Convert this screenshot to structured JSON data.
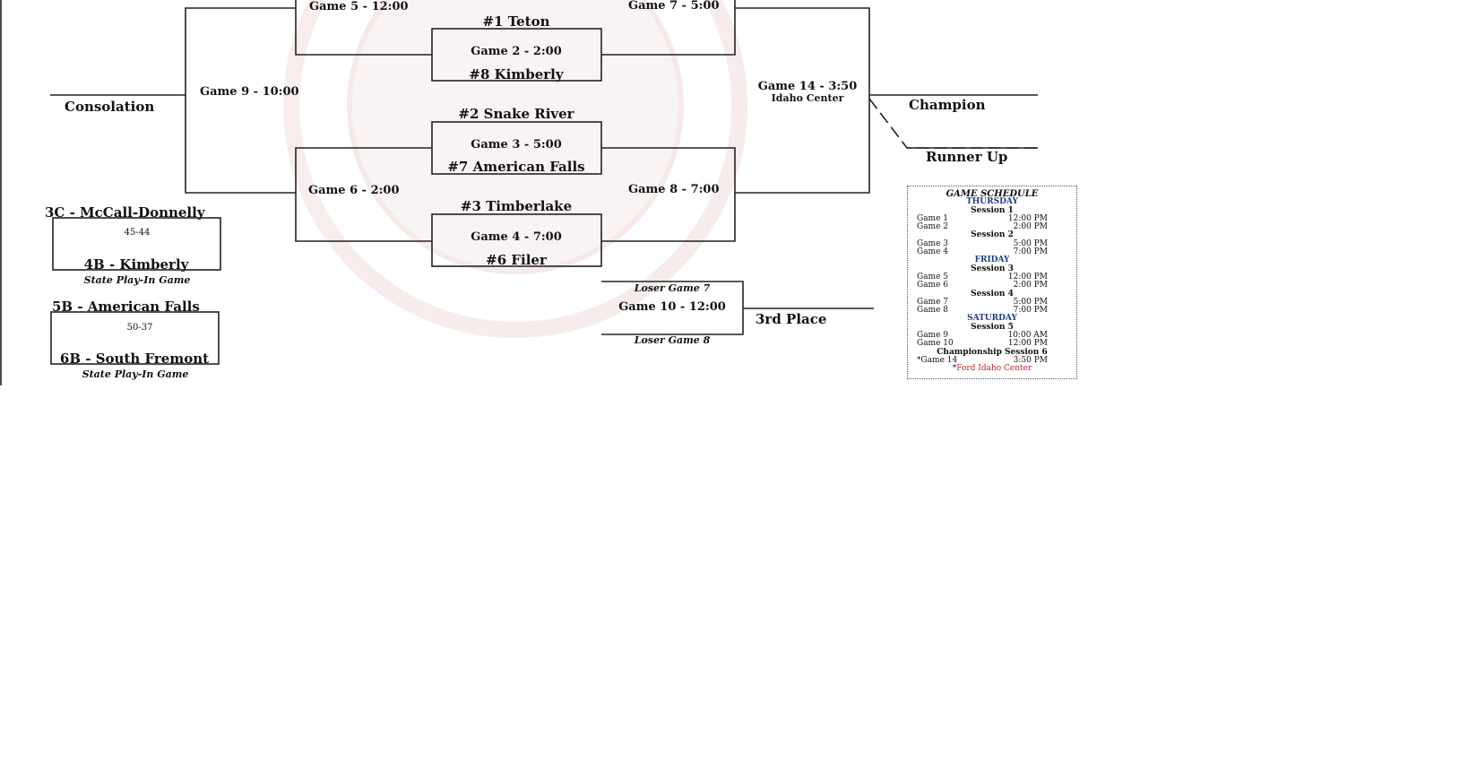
{
  "bracket": {
    "game5": "Game 5 - 12:00",
    "game7": "Game 7 - 5:00",
    "seed1": "#1 Teton",
    "game2": "Game 2 - 2:00",
    "seed8": "#8 Kimberly",
    "game9": "Game 9 - 10:00",
    "consolation": "Consolation",
    "seed2": "#2 Snake River",
    "game3": "Game 3 - 5:00",
    "seed7": "#7 American Falls",
    "game14": "Game 14 - 3:50",
    "game14_venue": "Idaho Center",
    "champion": "Champion",
    "runner_up": "Runner Up",
    "game6": "Game 6 - 2:00",
    "game8": "Game 8 - 7:00",
    "seed3": "#3 Timberlake",
    "game4": "Game 4 - 7:00",
    "seed6": "#6 Filer",
    "loser7": "Loser Game 7",
    "game10": "Game 10 - 12:00",
    "loser8": "Loser Game 8",
    "third_place": "3rd Place"
  },
  "playin1": {
    "top": "3C - McCall-Donnelly",
    "score": "45-44",
    "bottom": "4B - Kimberly",
    "caption": "State Play-In Game"
  },
  "playin2": {
    "top": "5B - American Falls",
    "score": "50-37",
    "bottom": "6B - South Fremont",
    "caption": "State Play-In Game"
  },
  "schedule": {
    "title": "GAME SCHEDULE",
    "thursday": "THURSDAY",
    "s1": "Session 1",
    "g1": [
      "Game 1",
      "12:00 PM"
    ],
    "g2": [
      "Game 2",
      "2:00 PM"
    ],
    "s2": "Session 2",
    "g3": [
      "Game 3",
      "5:00 PM"
    ],
    "g4": [
      "Game 4",
      "7:00 PM"
    ],
    "friday": "FRIDAY",
    "s3": "Session 3",
    "g5": [
      "Game 5",
      "12:00 PM"
    ],
    "g6": [
      "Game 6",
      "2:00 PM"
    ],
    "s4": "Session 4",
    "g7": [
      "Game 7",
      "5:00 PM"
    ],
    "g8": [
      "Game 8",
      "7:00 PM"
    ],
    "saturday": "SATURDAY",
    "s5": "Session 5",
    "g9": [
      "Game 9",
      "10:00 AM"
    ],
    "g10": [
      "Game 10",
      "12:00 PM"
    ],
    "s6": "Championship Session 6",
    "g14": [
      "*Game 14",
      "3:50 PM"
    ],
    "venue_star": "*",
    "venue": "Ford Idaho Center"
  },
  "colors": {
    "line": "#222222",
    "navy": "#1f3c8a",
    "red": "#c02828",
    "watermark": "#f2dede"
  }
}
